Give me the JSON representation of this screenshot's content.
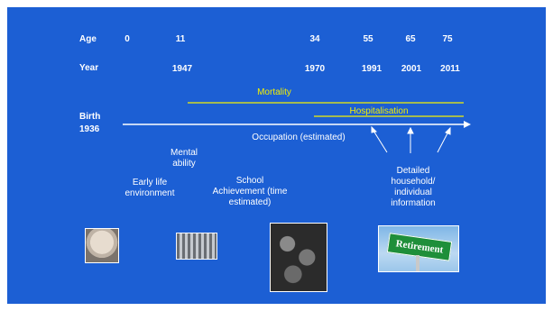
{
  "header": {
    "age_label": "Age",
    "year_label": "Year"
  },
  "ages": [
    "0",
    "11",
    "34",
    "55",
    "65",
    "75"
  ],
  "years": [
    "1947",
    "1970",
    "1991",
    "2001",
    "2011"
  ],
  "birth": {
    "line1": "Birth",
    "line2": "1936"
  },
  "bars": {
    "mortality": "Mortality",
    "hospitalisation": "Hospitalisation",
    "occupation": "Occupation (estimated)"
  },
  "annotations": {
    "mental_ability": "Mental ability",
    "early_life": "Early life environment",
    "school": "School Achievement (time estimated)",
    "detailed": "Detailed household/ individual information"
  },
  "colors": {
    "background": "#1c5fd4",
    "highlight": "#f4f000",
    "text": "#ffffff"
  },
  "images": {
    "retirement_sign": "Retirement"
  }
}
